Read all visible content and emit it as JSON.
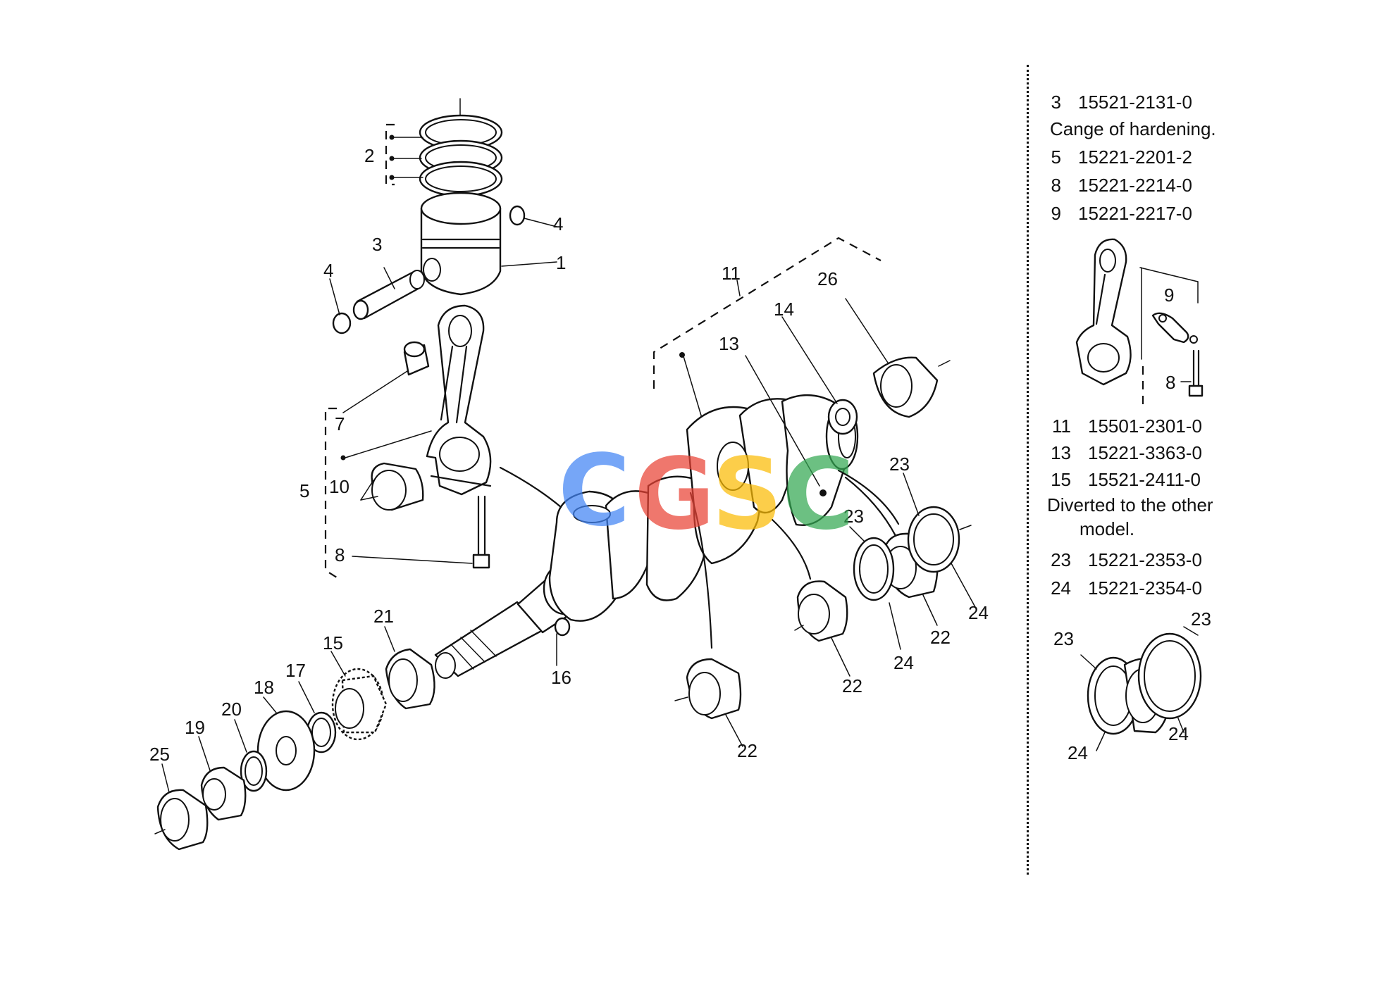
{
  "watermark": {
    "text": "CGSC",
    "letters": [
      {
        "char": "C",
        "color": "#4285F4"
      },
      {
        "char": "G",
        "color": "#EA4335"
      },
      {
        "char": "S",
        "color": "#FBBC05"
      },
      {
        "char": "C",
        "color": "#34A853"
      }
    ]
  },
  "callouts": {
    "c1": "1",
    "c2": "2",
    "c3": "3",
    "c4a": "4",
    "c4b": "4",
    "c5": "5",
    "c7": "7",
    "c8": "8",
    "c10": "10",
    "c11": "11",
    "c13": "13",
    "c14": "14",
    "c15": "15",
    "c16": "16",
    "c17": "17",
    "c18": "18",
    "c19": "19",
    "c20": "20",
    "c21": "21",
    "c22a": "22",
    "c22b": "22",
    "c22c": "22",
    "c23a": "23",
    "c23b": "23",
    "c24a": "24",
    "c24b": "24",
    "c25": "25",
    "c26": "26"
  },
  "side_panel": {
    "rows_top": [
      {
        "no": "3",
        "part": "15521-2131-0"
      }
    ],
    "note_hardening": "Cange of hardening.",
    "rows_mid": [
      {
        "no": "5",
        "part": "15221-2201-2"
      },
      {
        "no": "8",
        "part": "15221-2214-0"
      },
      {
        "no": "9",
        "part": "15221-2217-0"
      }
    ],
    "inset_rod_labels": {
      "nine": "9",
      "eight": "8"
    },
    "rows_lower": [
      {
        "no": "11",
        "part": "15501-2301-0"
      },
      {
        "no": "13",
        "part": "15221-3363-0"
      },
      {
        "no": "15",
        "part": "15521-2411-0"
      }
    ],
    "note_diverted_1": "Diverted to the other",
    "note_diverted_2": "model.",
    "rows_bottom": [
      {
        "no": "23",
        "part": "15221-2353-0"
      },
      {
        "no": "24",
        "part": "15221-2354-0"
      }
    ],
    "inset_bearing_labels": {
      "a23": "23",
      "b23": "23",
      "a24": "24",
      "b24": "24"
    }
  }
}
